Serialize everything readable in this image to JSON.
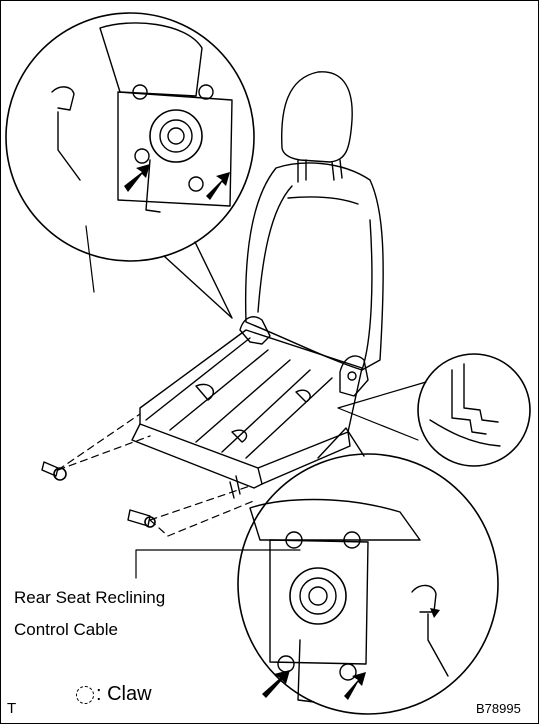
{
  "diagram": {
    "figure_id": "B78995",
    "corner_mark": "T",
    "callouts": {
      "cable_label_line1": "Rear Seat Reclining",
      "cable_label_line2": "Control Cable"
    },
    "legend": {
      "symbol_icon": "claw-dashed-circle-icon",
      "text": ": Claw"
    },
    "colors": {
      "line": "#000000",
      "background": "#ffffff"
    }
  }
}
